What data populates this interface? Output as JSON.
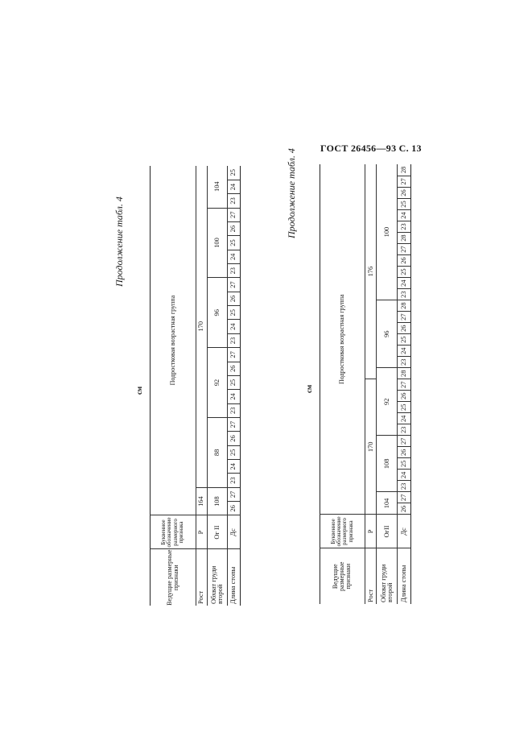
{
  "page_header": "ГОСТ 26456—93 С. 13",
  "top_block": {
    "caption": "Продолжение табл. 4",
    "unit": "см",
    "col_head_left": "Ведущие размерные признаки",
    "col_head_code": "Буквенное обозначение размерного признака",
    "col_head_group": "Подростковая возрастная группа",
    "rows": {
      "rost": {
        "label": "Рост",
        "code": "Р",
        "v1": "164",
        "v2": "170"
      },
      "obhvat": {
        "label": "Обхват груди второй",
        "code": "Ог II",
        "v1": "108",
        "g": [
          "88",
          "92",
          "96",
          "100",
          "104"
        ]
      },
      "stopa": {
        "label": "Длина стопы",
        "code": "Дс",
        "sizes": [
          "26",
          "27",
          "23",
          "24",
          "25",
          "26",
          "27",
          "23",
          "24",
          "25",
          "26",
          "27",
          "23",
          "24",
          "25",
          "26",
          "27",
          "23",
          "24",
          "25",
          "26",
          "27",
          "23",
          "24",
          "25"
        ]
      }
    }
  },
  "bottom_block": {
    "caption": "Продолжение табл. 4",
    "unit": "см",
    "col_head_left": "Ведущие размерные признаки",
    "col_head_code": "Буквенное обозначение размерного признака",
    "col_head_group": "Подростковая возрастная группа",
    "rows": {
      "rost": {
        "label": "Рост",
        "code": "Р",
        "v1": "170",
        "v2": "176"
      },
      "obhvat": {
        "label": "Обхват груди второй",
        "code": "ОгII",
        "g": [
          "104",
          "108",
          "92",
          "96",
          "100"
        ]
      },
      "stopa": {
        "label": "Длина стопы",
        "code": "Дс",
        "sizes": [
          "26",
          "27",
          "23",
          "24",
          "25",
          "26",
          "27",
          "23",
          "24",
          "25",
          "26",
          "27",
          "28",
          "23",
          "24",
          "25",
          "26",
          "27",
          "28",
          "23",
          "24",
          "25",
          "26",
          "27",
          "28",
          "23",
          "24",
          "25",
          "26",
          "27",
          "28"
        ]
      }
    }
  }
}
